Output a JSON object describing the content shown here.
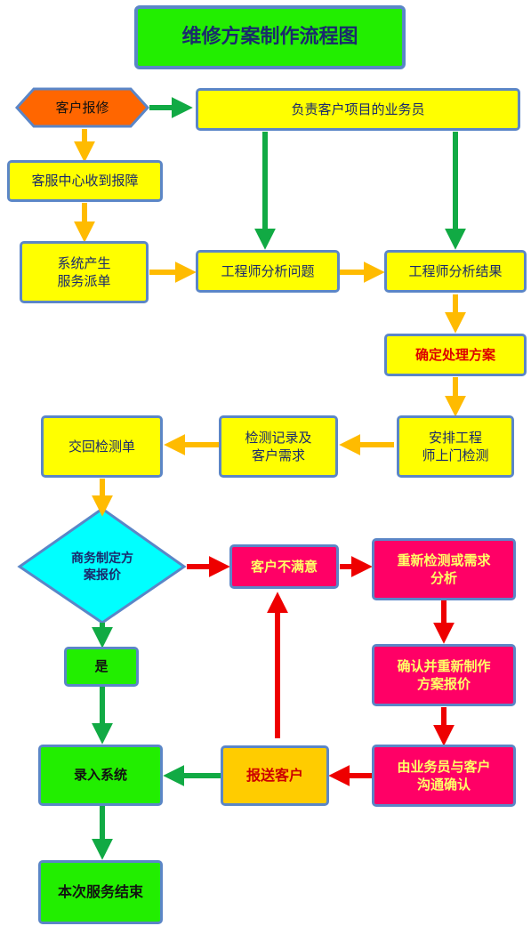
{
  "title": "维修方案制作流程图",
  "nodes": {
    "customer_report": "客户报修",
    "account_manager": "负责客户项目的业务员",
    "service_center": "客服中心收到报障",
    "create_order": "系统产生\n服务派单",
    "engineer_analyze_issue": "工程师分析问题",
    "engineer_analyze_result": "工程师分析结果",
    "decide_plan": "确定处理方案",
    "schedule_engineer": "安排工程\n师上门检测",
    "record_needs": "检测记录及\n客户需求",
    "return_report": "交回检测单",
    "business_quote": "商务制定方\n案报价",
    "customer_unsatisfied": "客户不满意",
    "recheck": "重新检测或需求\n分析",
    "reconfirm": "确认并重新制作\n方案报价",
    "yes": "是",
    "sales_communicate": "由业务员与客户\n沟通确认",
    "send_customer": "报送客户",
    "enter_system": "录入系统",
    "service_end": "本次服务结束"
  },
  "colors": {
    "yellow": "#ffff00",
    "green": "#22ee00",
    "pink": "#ff0066",
    "orange_fill": "#ffcc00",
    "cyan": "#00ffff",
    "hexagon": "#ff6600",
    "arrow_orange": "#ffbb00",
    "arrow_green": "#11aa44",
    "arrow_red": "#ee0000",
    "border": "#5b86c7"
  }
}
